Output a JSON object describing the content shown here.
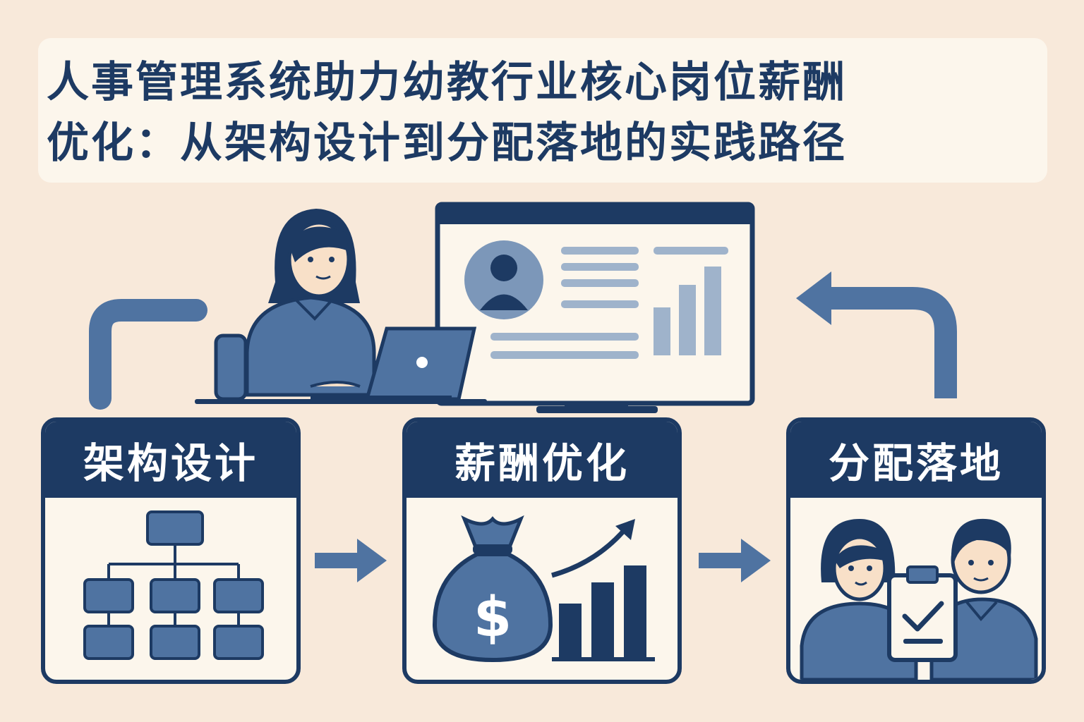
{
  "title": {
    "line1": "人事管理系统助力幼教行业核心岗位薪酬",
    "line2": "优化：从架构设计到分配落地的实践路径"
  },
  "steps": [
    {
      "label": "架构设计",
      "icon": "org-chart-icon"
    },
    {
      "label": "薪酬优化",
      "icon": "money-bag-growth-icon"
    },
    {
      "label": "分配落地",
      "icon": "people-checklist-icon"
    }
  ],
  "colors": {
    "navy": "#1d3a63",
    "mid_blue": "#4f73a1",
    "light_blue": "#9fb3cb",
    "background": "#f8e9da",
    "panel": "#fcf6ec"
  }
}
